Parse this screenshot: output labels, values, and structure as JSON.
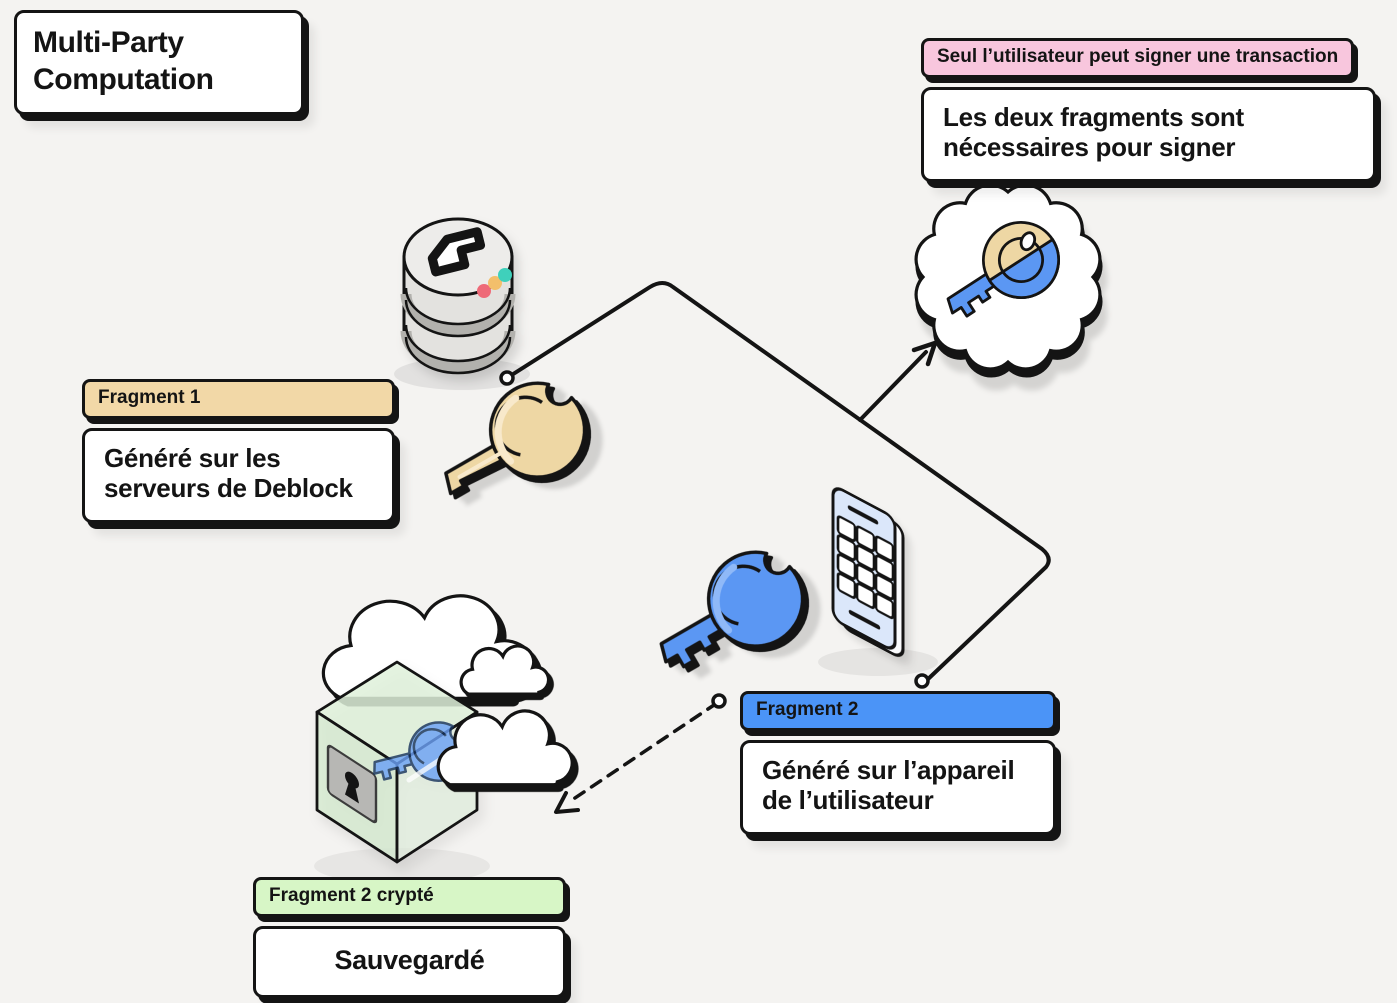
{
  "title": "Multi-Party Computation",
  "callouts": {
    "signature": {
      "badge": "Seul l’utilisateur peut signer une transaction",
      "body": "Les deux fragments sont nécessaires pour signer"
    },
    "fragment1": {
      "badge": "Fragment 1",
      "body": "Généré sur les serveurs de Deblock"
    },
    "fragment2": {
      "badge": "Fragment 2",
      "body": "Généré sur l’appareil de l’utilisateur"
    },
    "fragment2_crypte": {
      "badge": "Fragment 2 crypté",
      "body": "Sauvegardé"
    }
  },
  "icons": {
    "server": "deblock-server-icon",
    "key_fragment1": "tan-key-icon",
    "key_fragment2": "blue-key-icon",
    "combined_key_seal": "combined-key-seal-icon",
    "phone": "phone-icon",
    "safe": "encrypted-safe-icon",
    "clouds": "cloud-icon"
  },
  "colors": {
    "background": "#f4f3f1",
    "ink": "#141414",
    "badge_pink": "#f8c6dd",
    "badge_tan": "#f2d8a7",
    "badge_blue": "#4b94f7",
    "badge_green": "#d7f6c6",
    "key_tan": "#eed7a4",
    "key_blue": "#5b97f3",
    "server_dots": [
      "#ee6a78",
      "#f3bf6b",
      "#3fd0bb"
    ]
  }
}
